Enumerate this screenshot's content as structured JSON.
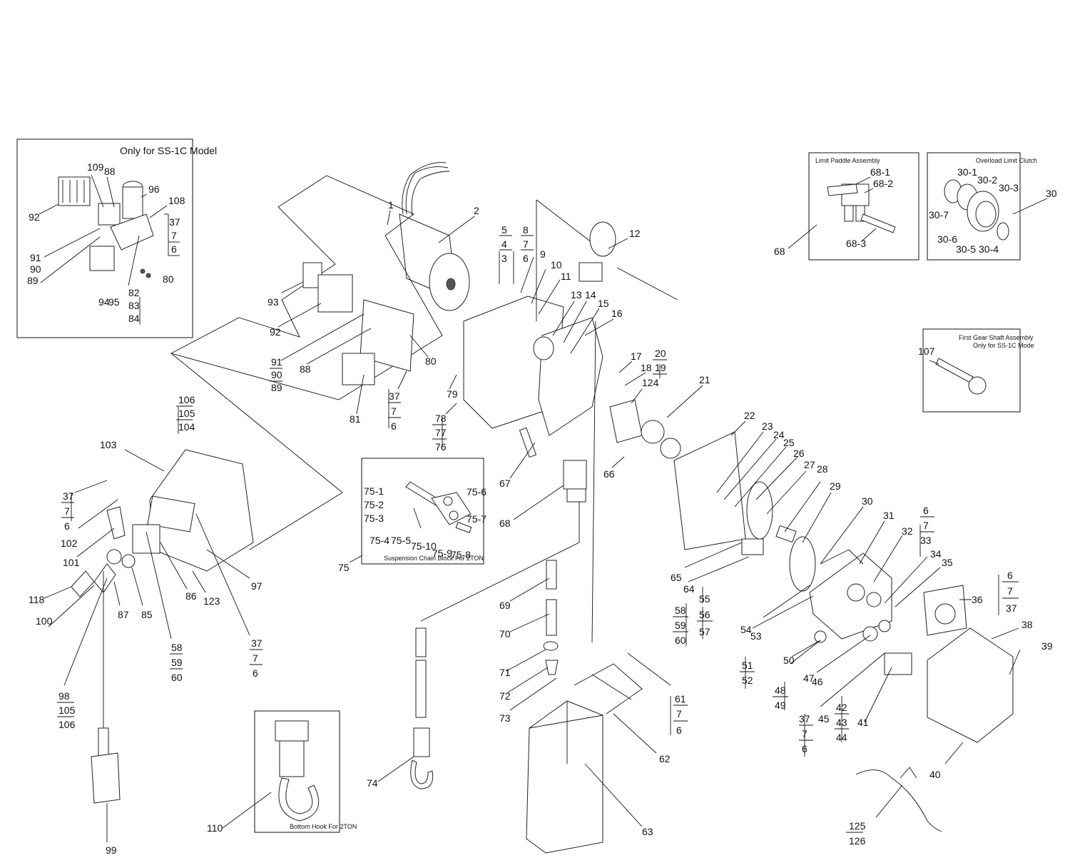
{
  "insets": {
    "ss1c": {
      "title": "Only for SS-1C Model"
    },
    "limit_paddle": {
      "title": "Limit Paddle Assembly"
    },
    "overload": {
      "title": "Overload Limit Clutch"
    },
    "first_gear": {
      "title_line1": "First Gear Shaft Assembly",
      "title_line2": "Only for SS-1C Mode"
    },
    "suspension": {
      "title": "Suspension  Chain Block For 2TON"
    },
    "bottom_hook": {
      "title": "Bottom Hook For 2TON"
    }
  },
  "labels": {
    "l1": "1",
    "l2": "2",
    "l5": "5",
    "l4": "4",
    "l3": "3",
    "l8": "8",
    "l7a": "7",
    "l6a": "6",
    "l9": "9",
    "l10": "10",
    "l11": "11",
    "l12": "12",
    "l13": "13",
    "l14": "14",
    "l15": "15",
    "l16": "16",
    "l17": "17",
    "l18": "18",
    "l20": "20",
    "l19": "19",
    "l124": "124",
    "l21": "21",
    "l22": "22",
    "l23": "23",
    "l24": "24",
    "l25": "25",
    "l26": "26",
    "l27": "27",
    "l28": "28",
    "l29": "29",
    "l30": "30",
    "l31": "31",
    "l32": "32",
    "l6b": "6",
    "l7b": "7",
    "l33": "33",
    "l34": "34",
    "l35": "35",
    "l36": "36",
    "l6c": "6",
    "l7c": "7",
    "l37c": "37",
    "l38": "38",
    "l39": "39",
    "l40": "40",
    "l41": "41",
    "l42": "42",
    "l43": "43",
    "l44": "44",
    "l45": "45",
    "l37d": "37",
    "l7d": "7",
    "l6d": "6",
    "l46": "46",
    "l47": "47",
    "l48": "48",
    "l49": "49",
    "l50": "50",
    "l51": "51",
    "l52": "52",
    "l53": "53",
    "l54": "54",
    "l55": "55",
    "l58a": "58",
    "l59a": "59",
    "l60a": "60",
    "l56": "56",
    "l57": "57",
    "l64": "64",
    "l65": "65",
    "l66": "66",
    "l67": "67",
    "l68": "68",
    "l69": "69",
    "l70": "70",
    "l71": "71",
    "l72": "72",
    "l73": "73",
    "l74": "74",
    "l61": "61",
    "l7e": "7",
    "l6e": "6",
    "l62": "62",
    "l63": "63",
    "l93": "93",
    "l92": "92",
    "l91": "91",
    "l90": "90",
    "l89": "89",
    "l88": "88",
    "l81": "81",
    "l80": "80",
    "l37e": "37",
    "l7f": "7",
    "l6f": "6",
    "l79": "79",
    "l78": "78",
    "l77": "77",
    "l76": "76",
    "l106": "106",
    "l105": "105",
    "l104": "104",
    "l103": "103",
    "l37g": "37",
    "l7g": "7",
    "l6g": "6",
    "l102": "102",
    "l101": "101",
    "l118": "118",
    "l100": "100",
    "l87": "87",
    "l85": "85",
    "l58b": "58",
    "l59b": "59",
    "l60b": "60",
    "l86": "86",
    "l123": "123",
    "l97": "97",
    "l37h": "37",
    "l7h": "7",
    "l6h": "6",
    "l98": "98",
    "l105b": "105",
    "l106b": "106",
    "l99": "99",
    "l110": "110",
    "l75": "75",
    "l125": "125",
    "l126": "126",
    "l107": "107",
    "l68b": "68",
    "l30b": "30",
    "s109": "109",
    "s88": "88",
    "s96": "96",
    "s108": "108",
    "s92": "92",
    "s37": "37",
    "s7": "7",
    "s6": "6",
    "s91": "91",
    "s90": "90",
    "s89": "89",
    "s80": "80",
    "s82": "82",
    "s83": "83",
    "s84": "84",
    "s94": "94",
    "s95": "95",
    "p68_1": "68-1",
    "p68_2": "68-2",
    "p68_3": "68-3",
    "o30_1": "30-1",
    "o30_2": "30-2",
    "o30_3": "30-3",
    "o30_7": "30-7",
    "o30_6": "30-6",
    "o30_5": "30-5",
    "o30_4": "30-4",
    "c75_1": "75-1",
    "c75_2": "75-2",
    "c75_3": "75-3",
    "c75_4": "75-4",
    "c75_5": "75-5",
    "c75_6": "75-6",
    "c75_7": "75-7",
    "c75_8": "75-8",
    "c75_9": "75-9",
    "c75_10": "75-10"
  }
}
